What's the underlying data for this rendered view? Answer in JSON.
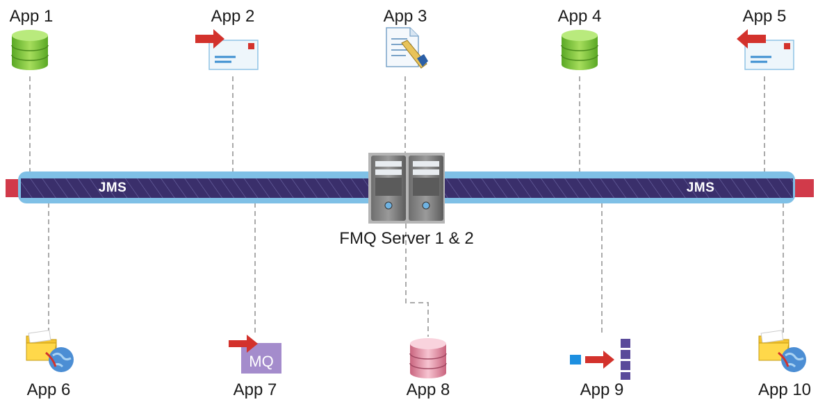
{
  "top_apps": [
    {
      "label": "App 1",
      "icon": "database-green-icon"
    },
    {
      "label": "App 2",
      "icon": "mail-send-icon"
    },
    {
      "label": "App 3",
      "icon": "document-pen-icon"
    },
    {
      "label": "App 4",
      "icon": "database-green-icon"
    },
    {
      "label": "App 5",
      "icon": "mail-receive-icon"
    }
  ],
  "bottom_apps": [
    {
      "label": "App 6",
      "icon": "folder-web-icon"
    },
    {
      "label": "App 7",
      "icon": "mq-icon"
    },
    {
      "label": "App 8",
      "icon": "database-pink-icon"
    },
    {
      "label": "App 9",
      "icon": "queue-icon"
    },
    {
      "label": "App 10",
      "icon": "folder-web-icon"
    }
  ],
  "bus": {
    "left_label": "JMS",
    "right_label": "JMS",
    "server_label": "FMQ Server 1 & 2",
    "server_icon": "server-pair-icon"
  },
  "mq_text": "MQ",
  "colors": {
    "bus_outer": "#7fc0e6",
    "bus_inner": "#3a2f6b",
    "bus_end": "#d13a4a",
    "connector": "#aaaaaa",
    "db_green": "#7ec43a",
    "db_pink": "#e9a0b4",
    "arrow_red": "#d3322c",
    "queue_purple": "#5a4a9a",
    "mq_purple": "#a48ccc"
  }
}
